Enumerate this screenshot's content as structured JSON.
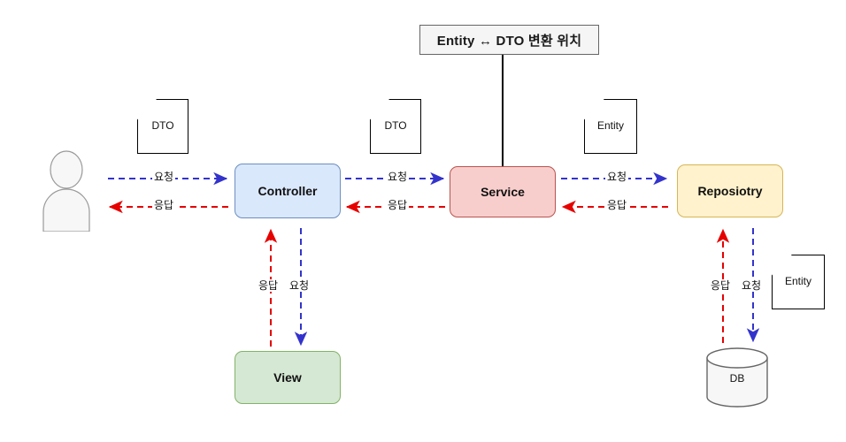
{
  "diagram": {
    "title_box": {
      "label": "Entity ↔ DTO 변환 위치"
    },
    "nodes": [
      {
        "id": "actor",
        "label": "",
        "type": "actor"
      },
      {
        "id": "controller",
        "label": "Controller",
        "type": "process",
        "color": "#dae8fc"
      },
      {
        "id": "service",
        "label": "Service",
        "type": "process",
        "color": "#f8cecc"
      },
      {
        "id": "repository",
        "label": "Reposiotry",
        "type": "process",
        "color": "#fff2cc"
      },
      {
        "id": "view",
        "label": "View",
        "type": "process",
        "color": "#d5e8d4"
      },
      {
        "id": "db",
        "label": "DB",
        "type": "database",
        "color": "#f5f5f5"
      }
    ],
    "notes": [
      {
        "id": "note-dto-user",
        "label": "DTO"
      },
      {
        "id": "note-dto-controller",
        "label": "DTO"
      },
      {
        "id": "note-entity-service",
        "label": "Entity"
      },
      {
        "id": "note-entity-db",
        "label": "Entity"
      }
    ],
    "edges": [
      {
        "id": "user-to-controller",
        "label": "요청",
        "direction": "right",
        "color": "#3333cc",
        "style": "dashed"
      },
      {
        "id": "controller-to-user",
        "label": "응답",
        "direction": "left",
        "color": "#e60000",
        "style": "dashed"
      },
      {
        "id": "controller-to-service",
        "label": "요청",
        "direction": "right",
        "color": "#3333cc",
        "style": "dashed"
      },
      {
        "id": "service-to-controller",
        "label": "응답",
        "direction": "left",
        "color": "#e60000",
        "style": "dashed"
      },
      {
        "id": "service-to-repository",
        "label": "요청",
        "direction": "right",
        "color": "#3333cc",
        "style": "dashed"
      },
      {
        "id": "repository-to-service",
        "label": "응답",
        "direction": "left",
        "color": "#e60000",
        "style": "dashed"
      },
      {
        "id": "controller-to-view",
        "label": "요청",
        "direction": "down",
        "color": "#3333cc",
        "style": "dashed"
      },
      {
        "id": "view-to-controller",
        "label": "응답",
        "direction": "up",
        "color": "#e60000",
        "style": "dashed"
      },
      {
        "id": "repository-to-db",
        "label": "요청",
        "direction": "down",
        "color": "#3333cc",
        "style": "dashed"
      },
      {
        "id": "db-to-repository",
        "label": "응답",
        "direction": "up",
        "color": "#e60000",
        "style": "dashed"
      }
    ],
    "colors": {
      "request": "#3333cc",
      "response": "#e60000",
      "stroke": "#000000",
      "title_bg": "#f5f5f5",
      "actor_fill": "#f7f7f7",
      "actor_stroke": "#999999",
      "db_fill": "#f7f7f7",
      "db_stroke": "#666666"
    }
  }
}
